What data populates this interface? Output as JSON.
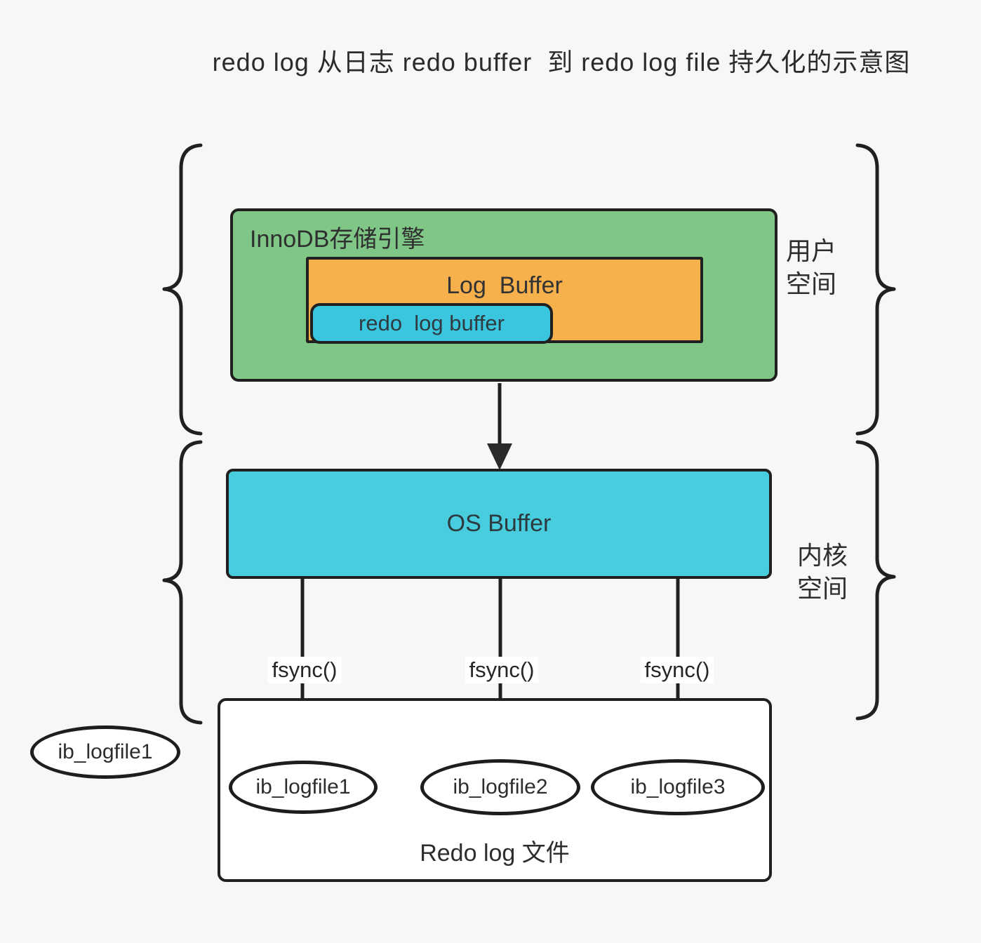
{
  "title": "redo log 从日志 redo buffer  到 redo log file 持久化的示意图",
  "colors": {
    "background": "#f7f7f6",
    "innodb_green": "#7fc687",
    "log_buffer_orange": "#f6b04c",
    "redo_buffer_cyan": "#39c6de",
    "os_buffer_cyan": "#48cdde",
    "stroke": "#202020"
  },
  "nodes": {
    "innodb_label": "InnoDB存储引擎",
    "log_buffer_label": "Log  Buffer",
    "redo_log_buffer_label": "redo  log buffer",
    "os_buffer_label": "OS Buffer",
    "files_caption": "Redo log 文件"
  },
  "files": [
    "ib_logfile1",
    "ib_logfile2",
    "ib_logfile3"
  ],
  "external_file": "ib_logfile1",
  "fsync": [
    "fsync()",
    "fsync()",
    "fsync()"
  ],
  "side_labels": {
    "user_space_line1": "用户",
    "user_space_line2": "空间",
    "kernel_space_line1": "内核",
    "kernel_space_line2": "空间"
  }
}
